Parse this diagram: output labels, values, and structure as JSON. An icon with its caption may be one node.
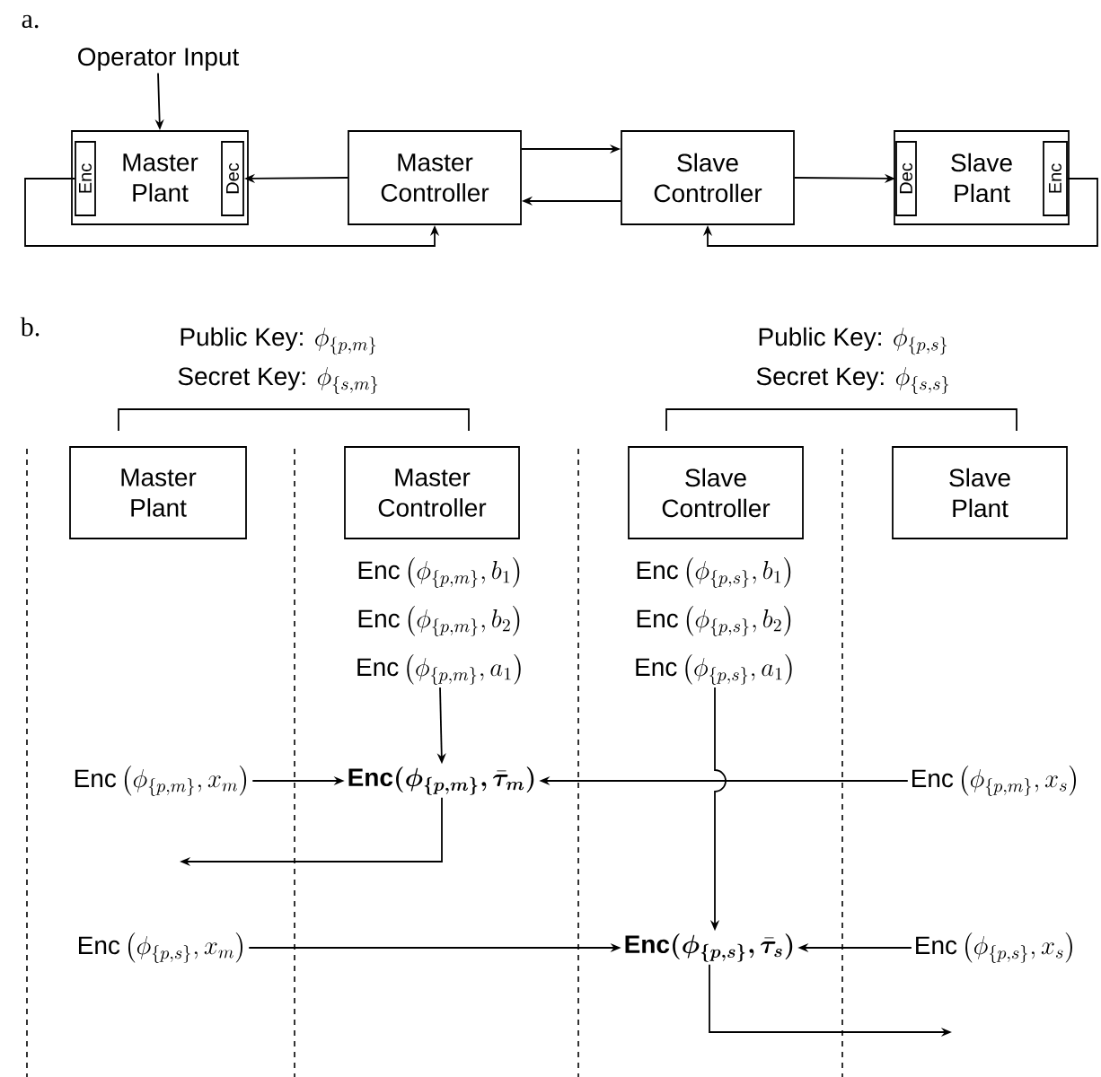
{
  "diagram": {
    "nodes": [
      {
        "text": [
          "Operator Input"
        ]
      },
      {
        "text": [
          "Master Plant"
        ]
      },
      {
        "text": [
          "Enc"
        ],
        "in": 1
      },
      {
        "text": [
          "Dec"
        ],
        "in": 1
      },
      {
        "text": [
          "Master Controller"
        ]
      },
      {
        "text": [
          "Slave Controller"
        ]
      },
      {
        "text": [
          "Slave Plant"
        ]
      },
      {
        "text": [
          "Dec"
        ],
        "in": 6
      },
      {
        "text": [
          "Enc"
        ],
        "in": 6
      },
      {
        "text": [
          "Master Plant"
        ]
      },
      {
        "text": [
          "Master Controller"
        ]
      },
      {
        "text": [
          "Slave Controller"
        ]
      },
      {
        "text": [
          "Slave Plant"
        ]
      },
      {
        "text": [
          "\\text{Enc}\\left(\\phi_{\\{p,m\\}}, b_1\\right)",
          "\\text{Enc}\\left(\\phi_{\\{p,m\\}}, b_2\\right)",
          "\\text{Enc}\\left(\\phi_{\\{p,m\\}}, a_1\\right)"
        ]
      },
      {
        "text": [
          "\\text{Enc}\\left(\\phi_{\\{p,s\\}}, b_1\\right)",
          "\\text{Enc}\\left(\\phi_{\\{p,s\\}}, b_2\\right)",
          "\\text{Enc}\\left(\\phi_{\\{p,s\\}}, a_1\\right)"
        ]
      },
      {
        "text": [
          "\\text{Enc}\\left(\\phi_{\\{p,m\\}}, x_m\\right)"
        ]
      },
      {
        "text": [
          "\\textbf{Enc}\\boldsymbol{(\\phi_{\\{p,m\\}}, \\bar{\\tau}_m)}"
        ]
      },
      {
        "text": [
          "\\text{Enc}\\left(\\phi_{\\{p,m\\}}, x_s\\right)"
        ]
      },
      {
        "text": [
          "\\text{Enc}\\left(\\phi_{\\{p,s\\}}, x_m\\right)"
        ]
      },
      {
        "text": [
          "\\textbf{Enc}\\boldsymbol{(\\phi_{\\{p,s\\}}, \\bar{\\tau}_s)}"
        ]
      },
      {
        "text": [
          "\\text{Enc}\\left(\\phi_{\\{p,s\\}}, x_s\\right)"
        ]
      }
    ],
    "edges": [
      {
        "from": 0,
        "to": 1,
        "arrow": "to"
      },
      {
        "from": 4,
        "to": 3,
        "arrow": "to"
      },
      {
        "from": 4,
        "to": 5,
        "arrow": "to"
      },
      {
        "from": 5,
        "to": 4,
        "arrow": "to"
      },
      {
        "from": 5,
        "to": 7,
        "arrow": "to"
      },
      {
        "from": 2,
        "to": 4,
        "arrow": "to"
      },
      {
        "from": 8,
        "to": 5,
        "arrow": "to"
      },
      {
        "from": 13,
        "to": 16,
        "arrow": "to"
      },
      {
        "from": 15,
        "to": 16,
        "arrow": "to"
      },
      {
        "from": 17,
        "to": 16,
        "arrow": "to"
      },
      {
        "from": 16,
        "to": null,
        "arrow": "to"
      },
      {
        "from": 14,
        "to": 19,
        "arrow": "to"
      },
      {
        "from": 18,
        "to": 19,
        "arrow": "to"
      },
      {
        "from": 20,
        "to": 19,
        "arrow": "to"
      },
      {
        "from": 19,
        "to": null,
        "arrow": "to"
      }
    ],
    "labels": [
      "a.",
      "b.",
      "\\text{Public Key: }\\phi_{\\{p,m\\}}",
      "\\text{Secret Key: }\\phi_{\\{s,m\\}}",
      "\\text{Public Key: }\\phi_{\\{p,s\\}}",
      "\\text{Secret Key: }\\phi_{\\{s,s\\}}"
    ]
  }
}
